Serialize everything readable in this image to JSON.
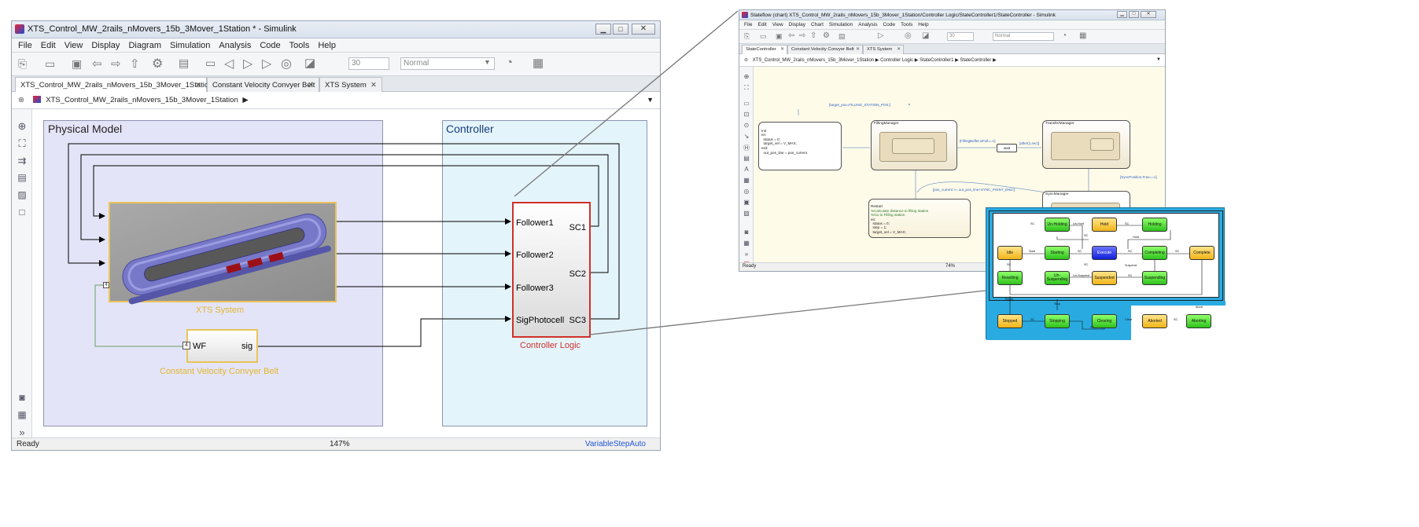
{
  "main": {
    "title": "XTS_Control_MW_2rails_nMovers_15b_3Mover_1Station * - Simulink",
    "menu": [
      "File",
      "Edit",
      "View",
      "Display",
      "Diagram",
      "Simulation",
      "Analysis",
      "Code",
      "Tools",
      "Help"
    ],
    "sim_time": "30",
    "sim_mode": "Normal",
    "tabs": [
      {
        "label": "XTS_Control_MW_2rails_nMovers_15b_3Mover_1Station"
      },
      {
        "label": "Constant Velocity Convyer Belt"
      },
      {
        "label": "XTS System"
      }
    ],
    "breadcrumb": "XTS_Control_MW_2rails_nMovers_15b_3Mover_1Station",
    "areas": {
      "physical": "Physical Model",
      "controller": "Controller"
    },
    "blocks": {
      "xts_caption": "XTS System",
      "xts_port": "4",
      "belt_caption": "Constant Velocity Convyer Belt",
      "belt_port_icon": "4",
      "belt_in": "WF",
      "belt_out": "sig",
      "ctrl_caption": "Controller Logic",
      "ctrl_inputs": [
        "Follower1",
        "Follower2",
        "Follower3",
        "SigPhotocell"
      ],
      "ctrl_outputs": [
        "SC1",
        "SC2",
        "SC3"
      ]
    },
    "status": {
      "left": "Ready",
      "zoom": "147%",
      "solver": "VariableStepAuto"
    }
  },
  "sf": {
    "title": "Stateflow (chart) XTS_Control_MW_2rails_nMovers_15b_3Mover_1Station/Controller Logic/StateController1/StateController - Simulink",
    "menu": [
      "File",
      "Edit",
      "View",
      "Display",
      "Chart",
      "Simulation",
      "Analysis",
      "Code",
      "Tools",
      "Help"
    ],
    "sim_time": "30",
    "sim_mode": "Normal",
    "tabs": [
      {
        "label": "StateController"
      },
      {
        "label": "Constant Velocity Convyer Belt"
      },
      {
        "label": "XTS System"
      }
    ],
    "breadcrumb": [
      "XTS_Control_MW_2rails_nMovers_15b_3Mover_1Station",
      "Controller Logic",
      "StateController1",
      "StateController"
    ],
    "status": {
      "left": "Ready",
      "zoom": "74%"
    },
    "transitions": {
      "t1": "[target_pos=FILLING_STATION_POS;]",
      "t2": "[FillingBuffer.isFull==1]",
      "t3": "[after(1,sec)]",
      "t4": "[pos_current >= out_pos_line+SYNC_POINT_END;]",
      "t5": "[SyncPosition.Free==1]",
      "junction": "wait"
    },
    "states": {
      "init_lines": [
        "Init",
        "en:",
        "  status = 0;",
        "  target_vel = V_MAX;",
        "exit:",
        "  out_pos_line = pos_current"
      ],
      "filling": "FillingManager",
      "transfer": "TransferManager",
      "sync": "SyncManager",
      "restart_lines": [
        "Restart",
        "%Calculate distance to filling station",
        "%Go to Filling station",
        "en:",
        "  status = 0;",
        "  step = 1;",
        "  target_vel = V_MAX;"
      ]
    }
  },
  "pack": {
    "nodes": {
      "unholding": "Un-Holding",
      "held": "Held",
      "holding": "Holding",
      "idle": "Idle",
      "starting": "Starting",
      "execute": "Execute",
      "completing": "Completing",
      "complete": "Complete",
      "resetting": "Resetting",
      "unsuspending": "Un-Suspending",
      "suspended": "Suspended",
      "suspending": "Suspending",
      "stopped": "Stopped",
      "stopping": "Stopping",
      "clearing": "Clearing",
      "aborted": "Aborted",
      "aborting": "Aborting"
    },
    "edges": {
      "sc": "SC",
      "unhold": "Un-Hold",
      "hold": "Hold",
      "start": "Start",
      "unsuspend": "Un-Suspend",
      "suspend": "Suspend",
      "reset": "Reset",
      "stop": "Stop",
      "clear": "Clear",
      "abort": "Abort"
    }
  },
  "colors": {
    "accent_blue": "#1f56d8",
    "area_border": "#8d94b0",
    "xts_yellow": "#f0c030",
    "ctrl_red": "#d0302a",
    "packml_bg": "#29abe2"
  }
}
